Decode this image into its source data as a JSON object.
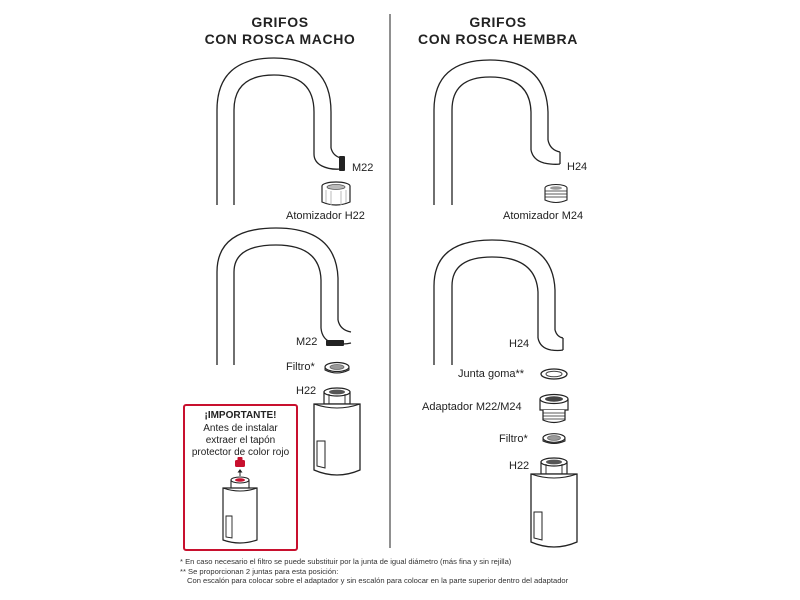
{
  "left_column": {
    "title_line1": "GRIFOS",
    "title_line2": "CON ROSCA MACHO",
    "top": {
      "thread_label": "M22",
      "part_label": "Atomizador H22"
    },
    "bottom": {
      "thread_label": "M22",
      "filter_label": "Filtro*",
      "housing_label": "H22"
    },
    "important": {
      "title": "¡IMPORTANTE!",
      "line1": "Antes de instalar",
      "line2": "extraer el tapón",
      "line3": "protector de color rojo"
    }
  },
  "right_column": {
    "title_line1": "GRIFOS",
    "title_line2": "CON ROSCA HEMBRA",
    "top": {
      "thread_label": "H24",
      "part_label": "Atomizador M24"
    },
    "bottom": {
      "thread_label": "H24",
      "gasket_label": "Junta goma**",
      "adapter_label": "Adaptador M22/M24",
      "filter_label": "Filtro*",
      "housing_label": "H22"
    }
  },
  "footnotes": {
    "note1": "*  En caso necesario el filtro se puede substituir por la junta de igual diámetro (más fina y sin rejilla)",
    "note2": "** Se proporcionan 2 juntas para esta posición:",
    "note3": "Con escalón para colocar sobre el adaptador y sin escalón para colocar en la parte superior dentro del adaptador"
  },
  "colors": {
    "line": "#222222",
    "accent_red": "#c8102e",
    "gray": "#8a8a8a"
  }
}
